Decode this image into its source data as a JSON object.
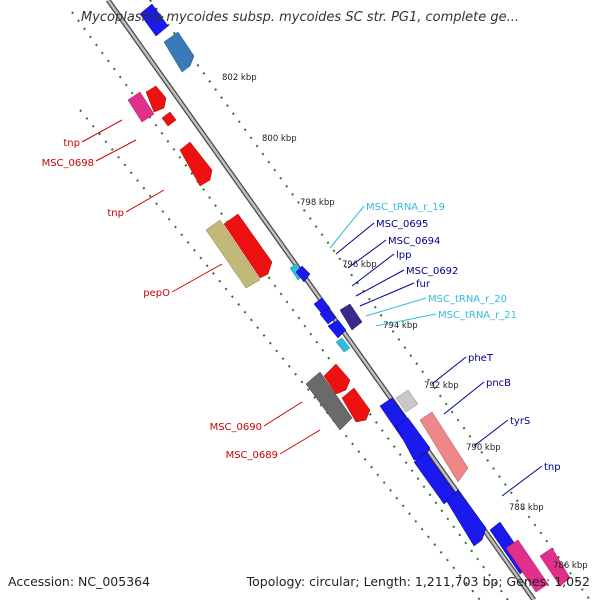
{
  "title": "Mycoplasma mycoides subsp. mycoides SC str. PG1, complete ge...",
  "footer": {
    "accession": "Accession: NC_005364",
    "topology": "Topology: circular; Length: 1,211,703 bp; Genes: 1,052"
  },
  "colors": {
    "backbone": "#8a8a8a",
    "tick": "#2a7a1a",
    "label_red": "#cc0000",
    "label_blue": "#00008b",
    "label_cyan": "#33bbdd"
  },
  "ticks": [
    "802 kbp",
    "800 kbp",
    "798 kbp",
    "796 kbp",
    "794 kbp",
    "792 kbp",
    "790 kbp",
    "788 kbp",
    "786 kbp"
  ],
  "labels": [
    {
      "text": "tnp",
      "color": "red"
    },
    {
      "text": "MSC_0698",
      "color": "red"
    },
    {
      "text": "tnp",
      "color": "red"
    },
    {
      "text": "pepO",
      "color": "red"
    },
    {
      "text": "MSC_0690",
      "color": "red"
    },
    {
      "text": "MSC_0689",
      "color": "red"
    },
    {
      "text": "MSC_tRNA_r_19",
      "color": "cyan"
    },
    {
      "text": "MSC_0695",
      "color": "blue"
    },
    {
      "text": "MSC_0694",
      "color": "blue"
    },
    {
      "text": "lpp",
      "color": "blue"
    },
    {
      "text": "MSC_0692",
      "color": "blue"
    },
    {
      "text": "fur",
      "color": "blue"
    },
    {
      "text": "MSC_tRNA_r_20",
      "color": "cyan"
    },
    {
      "text": "MSC_tRNA_r_21",
      "color": "cyan"
    },
    {
      "text": "pheT",
      "color": "blue"
    },
    {
      "text": "pncB",
      "color": "blue"
    },
    {
      "text": "tyrS",
      "color": "blue"
    },
    {
      "text": "tnp",
      "color": "blue"
    }
  ]
}
